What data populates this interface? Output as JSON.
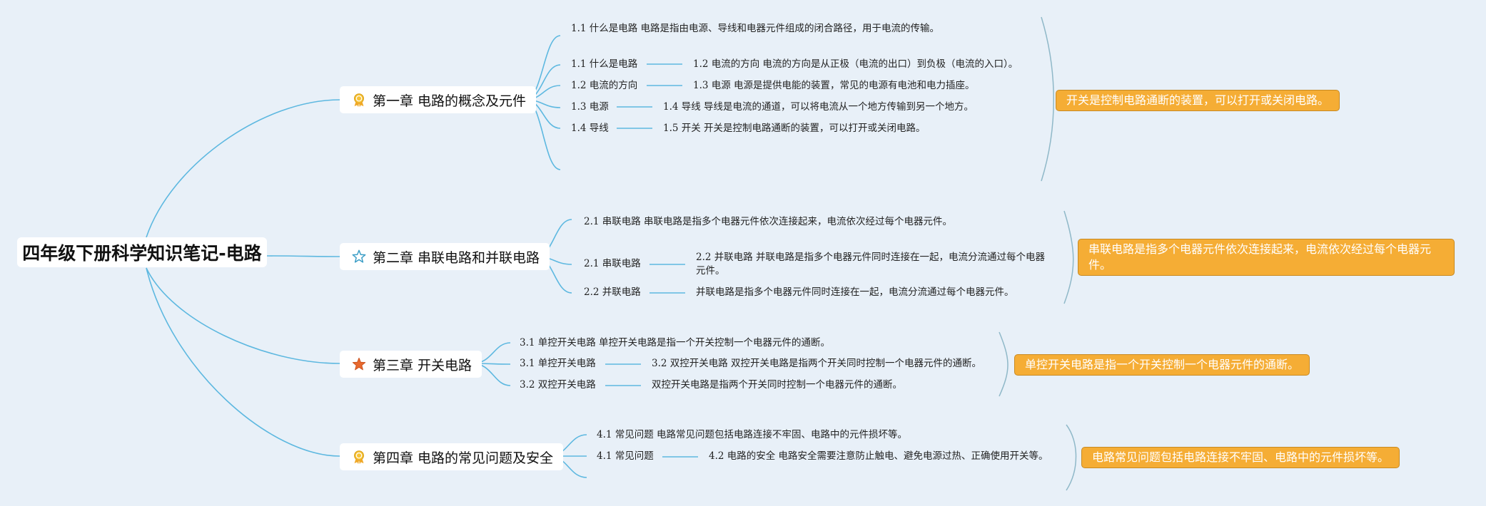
{
  "root": {
    "title": "四年级下册科学知识笔记-电路"
  },
  "colors": {
    "line": "#5db8e0",
    "bracket": "#8fb8c8",
    "summary_bg": "#f5ad35",
    "background": "#e8f0f8"
  },
  "chapters": [
    {
      "title": "第一章 电路的概念及元件",
      "icon": "medal-icon",
      "first": "1.1 什么是电路 电路是指由电源、导线和电器元件组成的闭合路径，用于电流的传输。",
      "rows": [
        {
          "left": "1.1 什么是电路",
          "right": "1.2 电流的方向 电流的方向是从正极（电流的出口）到负极（电流的入口）。"
        },
        {
          "left": "1.2 电流的方向",
          "right": "1.3 电源 电源是提供电能的装置，常见的电源有电池和电力插座。"
        },
        {
          "left": "1.3 电源",
          "right": "1.4 导线 导线是电流的通道，可以将电流从一个地方传输到另一个地方。"
        },
        {
          "left": "1.4 导线",
          "right": "1.5 开关 开关是控制电路通断的装置，可以打开或关闭电路。"
        }
      ],
      "summary": "开关是控制电路通断的装置，可以打开或关闭电路。"
    },
    {
      "title": "第二章 串联电路和并联电路",
      "icon": "star-outline-icon",
      "first": "2.1 串联电路 串联电路是指多个电器元件依次连接起来，电流依次经过每个电器元件。",
      "rows": [
        {
          "left": "2.1 串联电路",
          "right": "2.2 并联电路 并联电路是指多个电器元件同时连接在一起，电流分流通过每个电器元件。"
        },
        {
          "left": "2.2 并联电路",
          "right": "并联电路是指多个电器元件同时连接在一起，电流分流通过每个电器元件。"
        }
      ],
      "summary": "串联电路是指多个电器元件依次连接起来，电流依次经过每个电器元件。"
    },
    {
      "title": "第三章 开关电路",
      "icon": "star-filled-icon",
      "first": "3.1 单控开关电路 单控开关电路是指一个开关控制一个电器元件的通断。",
      "rows": [
        {
          "left": "3.1 单控开关电路",
          "right": "3.2 双控开关电路 双控开关电路是指两个开关同时控制一个电器元件的通断。"
        },
        {
          "left": "3.2 双控开关电路",
          "right": "双控开关电路是指两个开关同时控制一个电器元件的通断。"
        }
      ],
      "summary": "单控开关电路是指一个开关控制一个电器元件的通断。"
    },
    {
      "title": "第四章 电路的常见问题及安全",
      "icon": "medal-icon",
      "first": "4.1 常见问题 电路常见问题包括电路连接不牢固、电路中的元件损坏等。",
      "rows": [
        {
          "left": "4.1 常见问题",
          "right": "4.2 电路的安全 电路安全需要注意防止触电、避免电源过热、正确使用开关等。"
        }
      ],
      "summary": "电路常见问题包括电路连接不牢固、电路中的元件损坏等。"
    }
  ]
}
